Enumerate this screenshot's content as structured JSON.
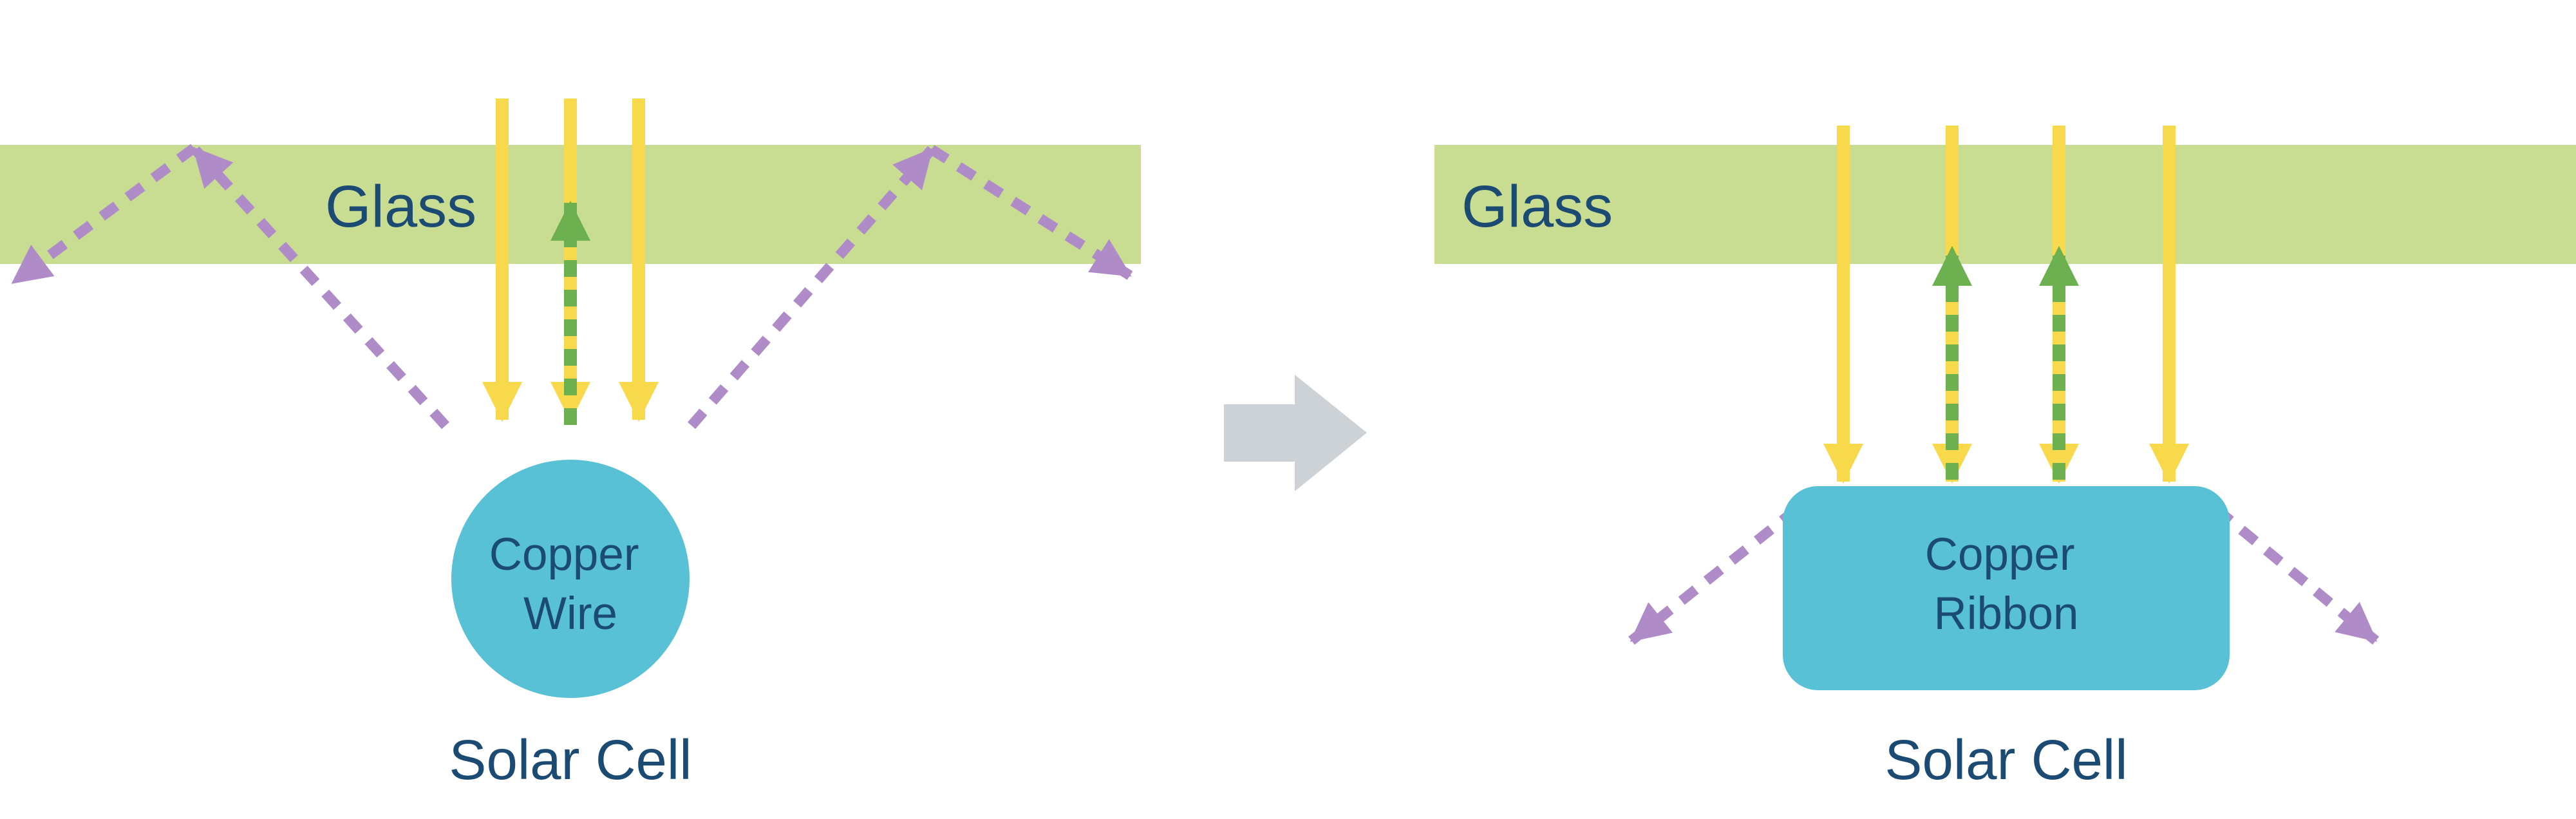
{
  "colors": {
    "glass": "#c8dd92",
    "yellow": "#f7d94b",
    "green": "#6db04f",
    "purple": "#af8cc8",
    "copper_blue": "#58c1d5",
    "navy": "#1b4b72",
    "gray_arrow": "#ccd2d5",
    "background": "#ffffff"
  },
  "before_panel": {
    "glass_label": "Glass",
    "conductor_line1": "Copper",
    "conductor_line2": "Wire",
    "cell_label": "Solar Cell"
  },
  "after_panel": {
    "glass_label": "Glass",
    "conductor_line1": "Copper",
    "conductor_line2": "Ribbon",
    "cell_label": "Solar Cell"
  }
}
